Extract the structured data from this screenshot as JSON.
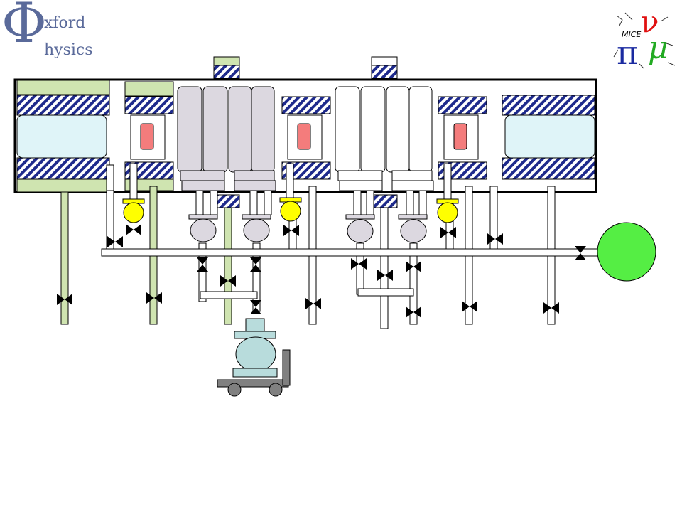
{
  "logos": {
    "oxford": {
      "symbol": "Φ",
      "line1": "xford",
      "line2": "hysics"
    },
    "mice": {
      "text": "MICE",
      "pi": "π",
      "nu": "ν",
      "mu": "μ"
    }
  },
  "colors": {
    "green_pipe": "#cfe4b0",
    "hatch_blue": "#1e2a8c",
    "coil_pink": "#f47c7c",
    "cyan_cavity": "#dff4f8",
    "lilac_module": "#dcd8e0",
    "yellow_valve": "#ffff00",
    "green_ball": "#55ee44",
    "pump_blue": "#b8dcdc",
    "cart_grey": "#808080"
  }
}
